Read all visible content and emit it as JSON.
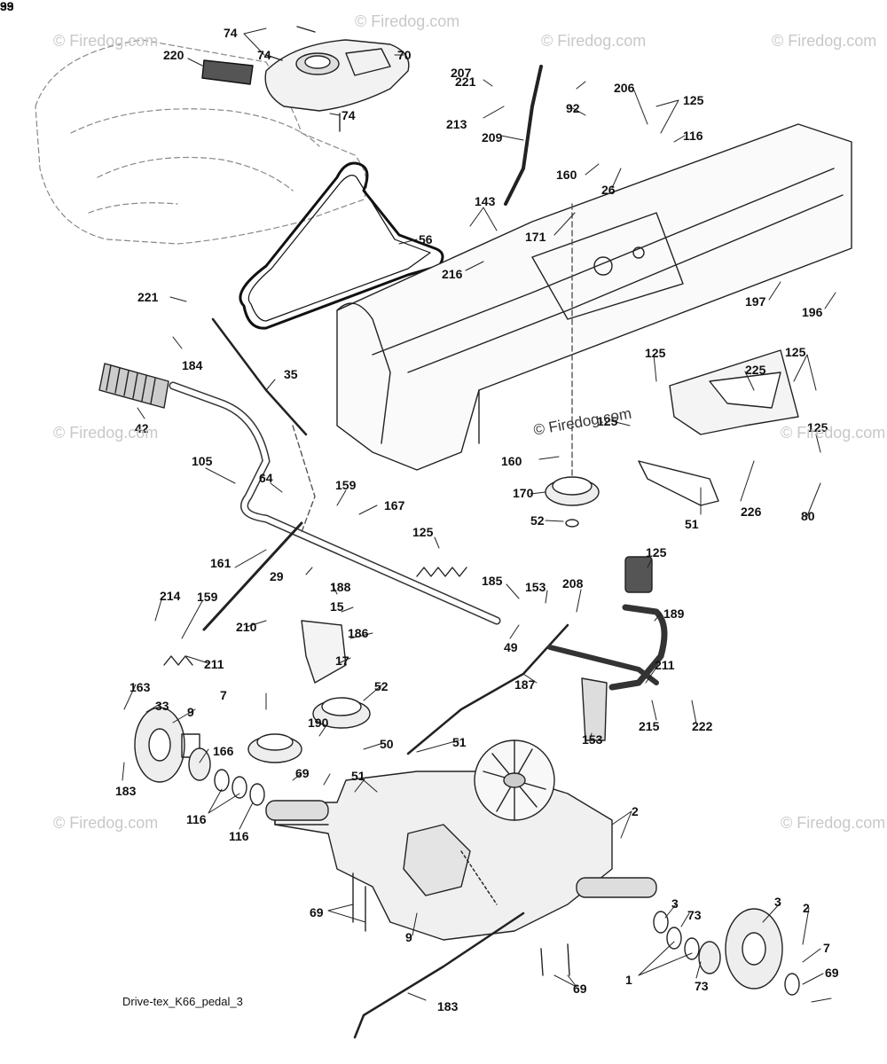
{
  "watermark": "© Firedog.com",
  "caption": "Drive-tex_K66_pedal_3",
  "labels": [
    "74",
    "74",
    "70",
    "220",
    "74",
    "221",
    "213",
    "207",
    "92",
    "209",
    "206",
    "125",
    "116",
    "160",
    "26",
    "143",
    "171",
    "56",
    "216",
    "197",
    "196",
    "221",
    "184",
    "35",
    "42",
    "125",
    "225",
    "125",
    "125",
    "125",
    "105",
    "64",
    "159",
    "167",
    "160",
    "170",
    "52",
    "51",
    "226",
    "80",
    "125",
    "161",
    "29",
    "188",
    "185",
    "153",
    "208",
    "125",
    "214",
    "159",
    "15",
    "186",
    "189",
    "210",
    "49",
    "211",
    "211",
    "17",
    "187",
    "163",
    "33",
    "9",
    "7",
    "190",
    "52",
    "50",
    "51",
    "153",
    "215",
    "222",
    "166",
    "183",
    "69",
    "51",
    "2",
    "116",
    "116",
    "69",
    "3",
    "73",
    "3",
    "2",
    "7",
    "9",
    "69",
    "1",
    "73",
    "69",
    "183",
    "33",
    "99"
  ]
}
